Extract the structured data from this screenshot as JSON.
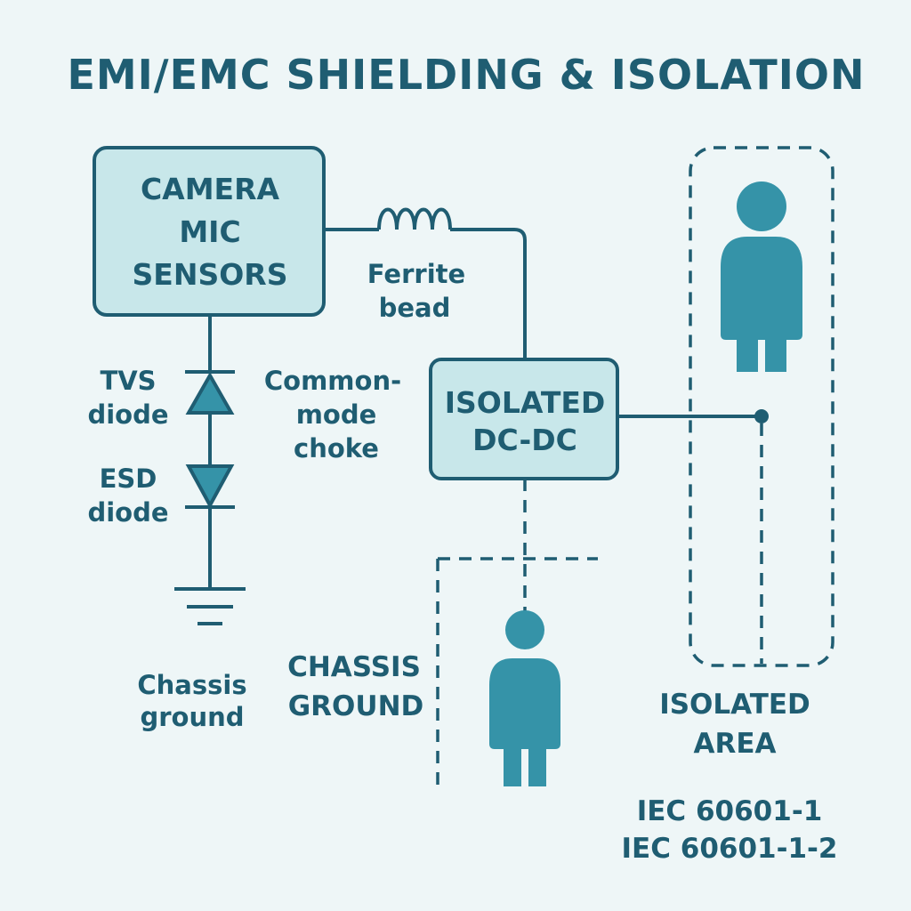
{
  "title": "EMI/EMC SHIELDING & ISOLATION",
  "sensor_box": {
    "line1": "CAMERA",
    "line2": "MIC",
    "line3": "SENSORS"
  },
  "ferrite": {
    "line1": "Ferrite",
    "line2": "bead"
  },
  "tvs": {
    "line1": "TVS",
    "line2": "diode"
  },
  "esd": {
    "line1": "ESD",
    "line2": "diode"
  },
  "choke": {
    "line1": "Common-",
    "line2": "mode",
    "line3": "choke"
  },
  "dcdc_box": {
    "line1": "ISOLATED",
    "line2": "DC-DC"
  },
  "chassis_ground_small": {
    "line1": "Chassis",
    "line2": "ground"
  },
  "chassis_ground_big": {
    "line1": "CHASSIS",
    "line2": "GROUND"
  },
  "isolated_area": {
    "line1": "ISOLATED",
    "line2": "AREA"
  },
  "standards": {
    "line1": "IEC 60601-1",
    "line2": "IEC 60601-1-2"
  },
  "colors": {
    "stroke": "#1f5d72",
    "box_fill": "#c8e7ea",
    "person_fill": "#3593a8",
    "background": "#eef6f7"
  }
}
